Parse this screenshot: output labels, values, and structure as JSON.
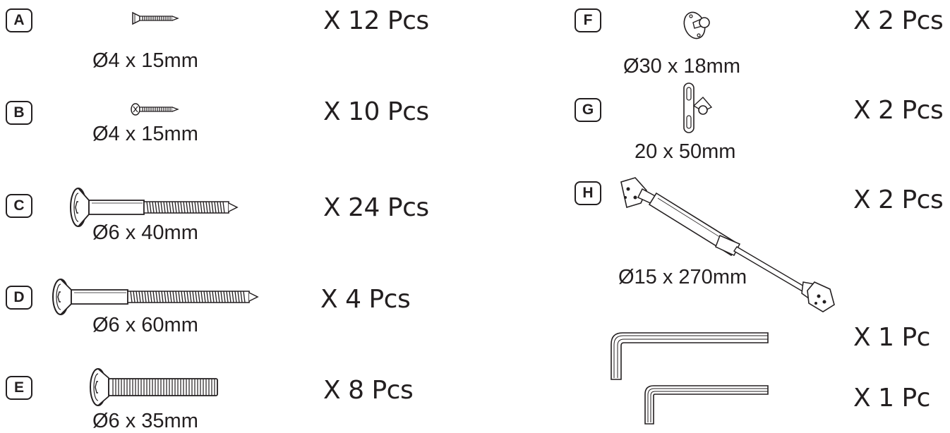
{
  "parts": [
    {
      "letter": "A",
      "size": "Ø4 x 15mm",
      "quantity": "X 12 Pcs",
      "icon": "flat-head-wood-screw"
    },
    {
      "letter": "B",
      "size": "Ø4 x 15mm",
      "quantity": "X 10 Pcs",
      "icon": "pan-head-wood-screw"
    },
    {
      "letter": "C",
      "size": "Ø6 x 40mm",
      "quantity": "X 24 Pcs",
      "icon": "hex-socket-wood-screw"
    },
    {
      "letter": "D",
      "size": "Ø6 x 60mm",
      "quantity": "X 4 Pcs",
      "icon": "hex-socket-long-wood-screw"
    },
    {
      "letter": "E",
      "size": "Ø6 x 35mm",
      "quantity": "X 8 Pcs",
      "icon": "hex-socket-machine-bolt"
    },
    {
      "letter": "F",
      "size": "Ø30 x 18mm",
      "quantity": "X 2 Pcs",
      "icon": "round-ball-stud-mount"
    },
    {
      "letter": "G",
      "size": "20 x 50mm",
      "quantity": "X 2 Pcs",
      "icon": "slotted-bracket-mount"
    },
    {
      "letter": "H",
      "size": "Ø15 x 270mm",
      "quantity": "X 2 Pcs",
      "icon": "gas-strut"
    }
  ],
  "tools": [
    {
      "quantity": "X 1 Pc",
      "icon": "allen-key-large"
    },
    {
      "quantity": "X 1 Pc",
      "icon": "allen-key-small"
    }
  ]
}
